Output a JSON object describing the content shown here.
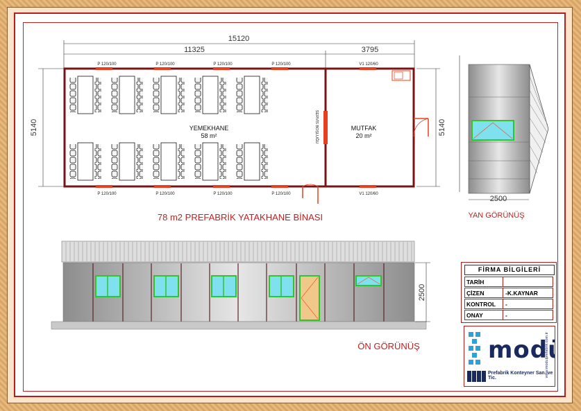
{
  "drawing": {
    "title": "78 m2 PREFABRİK YATAKHANE BİNASI",
    "side_view_label": "YAN GÖRÜNÜŞ",
    "front_view_label": "ÖN GÖRÜNÜŞ"
  },
  "plan": {
    "dim_total": "15120",
    "dim_left": "11325",
    "dim_right": "3795",
    "dim_height_left": "5140",
    "dim_height_right": "5140",
    "window_top": "P 120/100",
    "window_bottom": "P 120/100",
    "kitchen_window_top": "V1 120/60",
    "kitchen_window_bottom": "V1 120/60",
    "room_dining_name": "YEMEKHANE",
    "room_dining_area": "58 m²",
    "room_kitchen_name": "MUTFAK",
    "room_kitchen_area": "20 m²",
    "service_opening": "SERVİS BOŞLUĞU"
  },
  "side": {
    "dim_width": "2500"
  },
  "front": {
    "dim_height": "2500"
  },
  "firm_info": {
    "header": "FİRMA BİLGİLERİ",
    "rows": [
      {
        "key": "TARİH",
        "value": ""
      },
      {
        "key": "ÇİZEN",
        "value": "-K.KAYNAR"
      },
      {
        "key": "KONTROL",
        "value": "-"
      },
      {
        "key": "ONAY",
        "value": "-"
      }
    ]
  },
  "logo": {
    "word": "modül",
    "subtitle": "Prefabrik Konteyner San. ve Tic.",
    "url": "www.modulprefabrik.com.tr"
  },
  "colors": {
    "wall": "#7a1414",
    "accent_red": "#c22020",
    "window_frame": "#2fc52f",
    "window_glass": "#7fe1ee",
    "dimension": "#333333"
  }
}
